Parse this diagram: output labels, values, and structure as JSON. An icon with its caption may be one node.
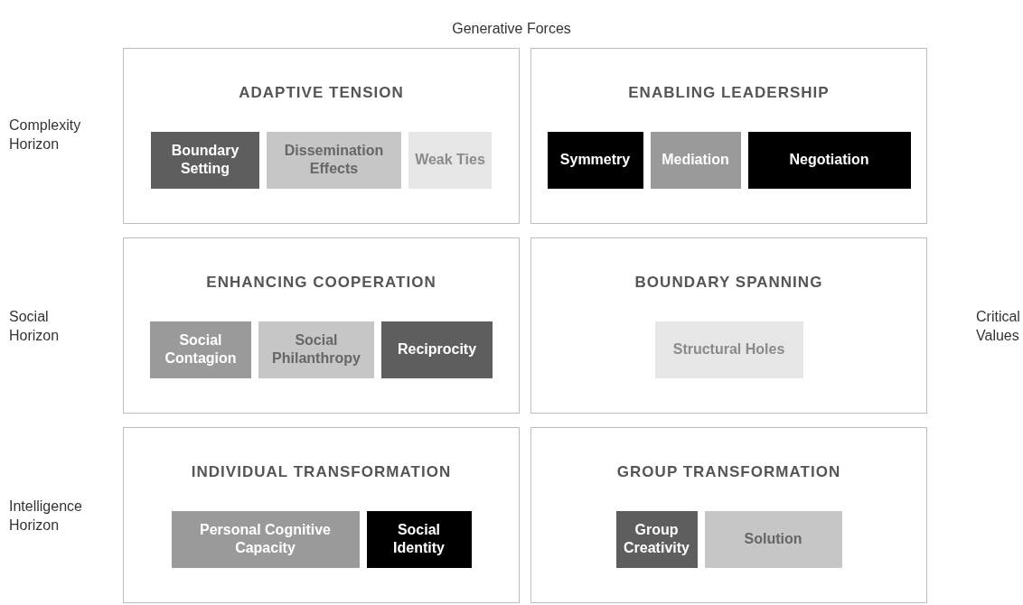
{
  "diagram": {
    "title": "Generative Forces",
    "nodes": [
      {
        "text": [
          "ADAPTIVE TENSION"
        ]
      },
      {
        "text": [
          "Boundary Setting"
        ],
        "in": 0
      },
      {
        "text": [
          "Dissemination Effects"
        ],
        "in": 0
      },
      {
        "text": [
          "Weak Ties"
        ],
        "in": 0
      },
      {
        "text": [
          "ENABLING LEADERSHIP"
        ]
      },
      {
        "text": [
          "Symmetry"
        ],
        "in": 4
      },
      {
        "text": [
          "Mediation"
        ],
        "in": 4
      },
      {
        "text": [
          "Negotiation"
        ],
        "in": 4
      },
      {
        "text": [
          "ENHANCING COOPERATION"
        ]
      },
      {
        "text": [
          "Social Contagion"
        ],
        "in": 8
      },
      {
        "text": [
          "Social Philanthropy"
        ],
        "in": 8
      },
      {
        "text": [
          "Reciprocity"
        ],
        "in": 8
      },
      {
        "text": [
          "BOUNDARY SPANNING"
        ]
      },
      {
        "text": [
          "Structural Holes"
        ],
        "in": 12
      },
      {
        "text": [
          "INDIVIDUAL TRANSFORMATION"
        ]
      },
      {
        "text": [
          "Personal Cognitive Capacity"
        ],
        "in": 14
      },
      {
        "text": [
          "Social Identity"
        ],
        "in": 14
      },
      {
        "text": [
          "GROUP TRANSFORMATION"
        ]
      },
      {
        "text": [
          "Group Creativity"
        ],
        "in": 17
      },
      {
        "text": [
          "Solution"
        ],
        "in": 17
      }
    ],
    "labels": [
      "Complexity Horizon",
      "Social Horizon",
      "Intelligence Horizon",
      "Critical Values"
    ]
  }
}
